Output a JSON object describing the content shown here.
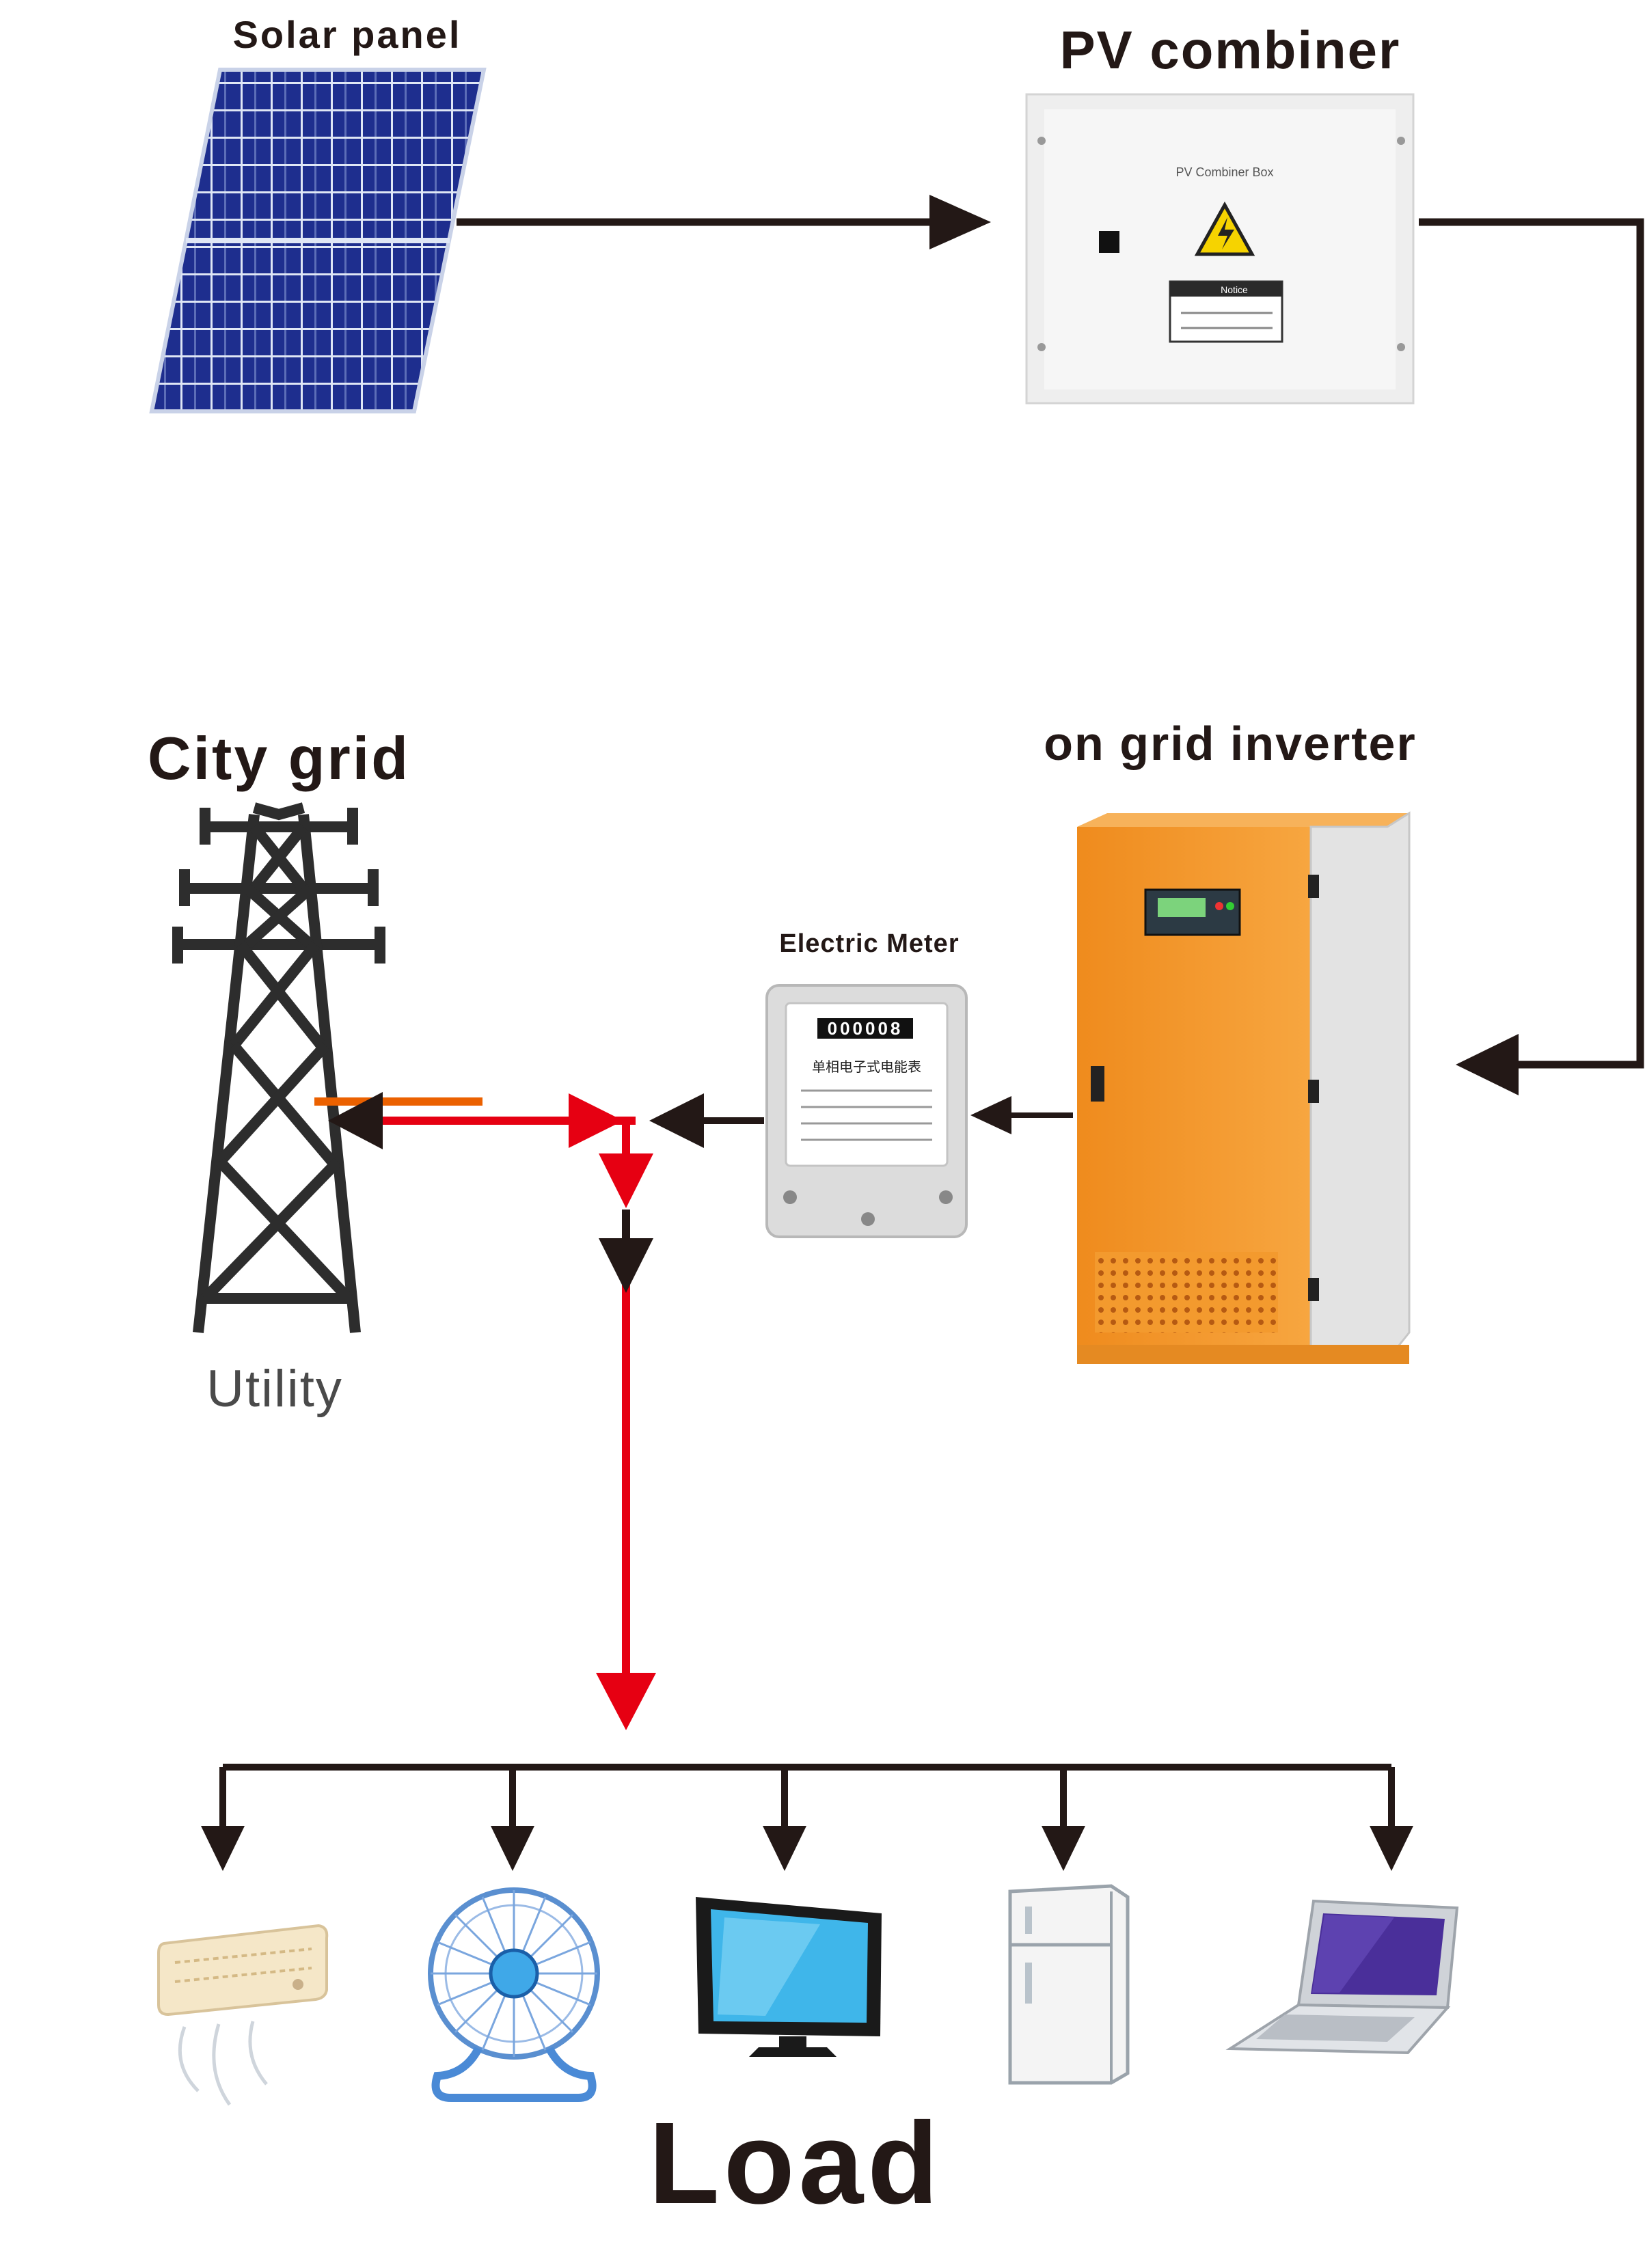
{
  "labels": {
    "solar_panel": "Solar panel",
    "pv_combiner": "PV combiner",
    "combiner_box_text": "PV Combiner Box",
    "notice_text": "Notice",
    "city_grid": "City grid",
    "utility": "Utility",
    "inverter": "on grid inverter",
    "meter": "Electric Meter",
    "meter_reading": "000008",
    "meter_title": "单相电子式电能表",
    "load": "Load"
  },
  "load_items": [
    {
      "name": "air-conditioner"
    },
    {
      "name": "electric-fan"
    },
    {
      "name": "television"
    },
    {
      "name": "refrigerator"
    },
    {
      "name": "laptop"
    }
  ],
  "colors": {
    "dark_line": "#231816",
    "red_line": "#e60012",
    "orange_line": "#eb6100",
    "panel_blue": "#1f2f8c",
    "inverter_orange": "#f39a2e",
    "tower_gray": "#2d2d2d"
  }
}
